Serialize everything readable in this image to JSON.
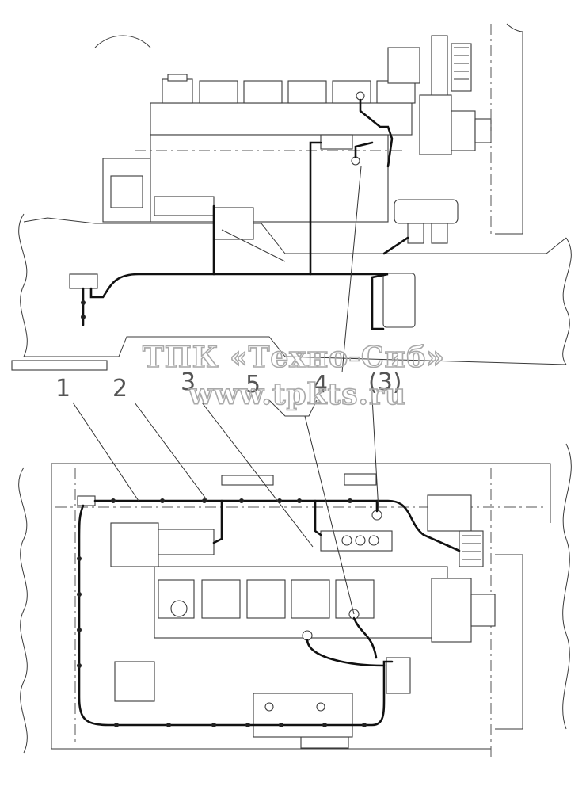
{
  "watermark": {
    "line1": "ТПК «Техно-Сиб»",
    "line2": "www.tpkts.ru"
  },
  "callouts": [
    "1",
    "2",
    "3",
    "4",
    "5",
    "(3)"
  ],
  "colors": {
    "line": "#3a3a3a",
    "harness": "#111111",
    "watermark": "#a9a9a9",
    "background": "#ffffff"
  }
}
